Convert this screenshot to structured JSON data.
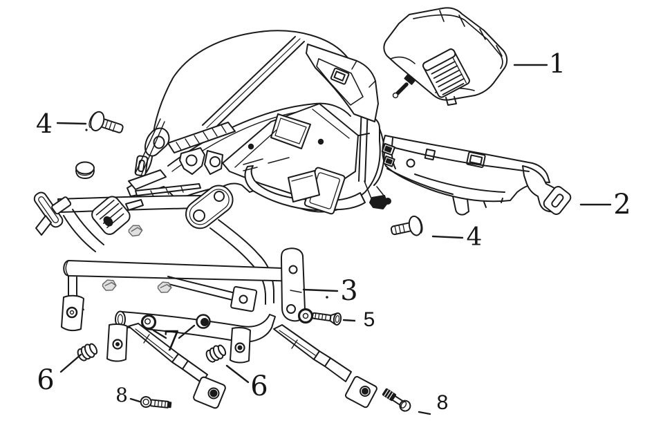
{
  "diagram": {
    "type": "exploded-parts-line-drawing",
    "background_color": "#ffffff",
    "line_color": "#1a1a1a",
    "shading_gray": "#6a6a6a",
    "callouts": [
      {
        "label": "1"
      },
      {
        "label": "2"
      },
      {
        "label": "3"
      },
      {
        "label": "4"
      },
      {
        "label": "4"
      },
      {
        "label": "5"
      },
      {
        "label": "6"
      },
      {
        "label": "6"
      },
      {
        "label": "7"
      },
      {
        "label": "8"
      },
      {
        "label": "8"
      }
    ]
  }
}
